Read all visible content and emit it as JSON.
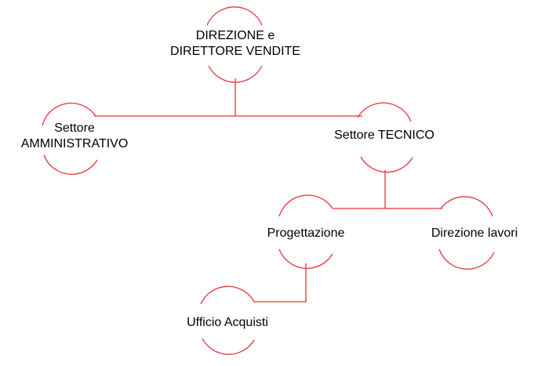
{
  "org_chart": {
    "line_color": "#e8323a",
    "nodes": {
      "direzione": {
        "line1": "DIREZIONE e",
        "line2": "DIRETTORE VENDITE"
      },
      "amministrativo": {
        "line1": "Settore",
        "line2": "AMMINISTRATIVO"
      },
      "tecnico": {
        "label": "Settore TECNICO"
      },
      "progettazione": {
        "label": "Progettazione"
      },
      "direzione_lavori": {
        "label": "Direzione lavori"
      },
      "ufficio_acquisti": {
        "label": "Ufficio Acquisti"
      }
    }
  }
}
